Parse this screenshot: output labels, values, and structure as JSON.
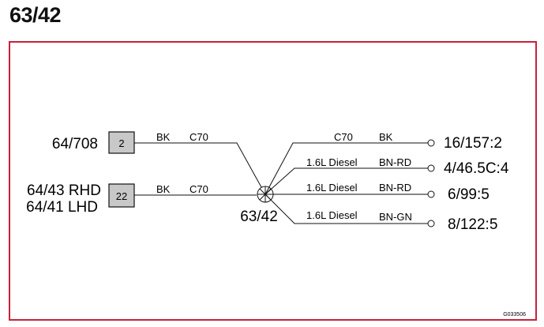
{
  "title": "63/42",
  "frame_color": "#c8203c",
  "left": [
    {
      "lines": [
        "64/708"
      ],
      "box": "2",
      "color_code": "BK",
      "circuit": "C70"
    },
    {
      "lines": [
        "64/43 RHD",
        "64/41 LHD"
      ],
      "box": "22",
      "color_code": "BK",
      "circuit": "C70"
    }
  ],
  "splice": {
    "label": "63/42",
    "symbol": "splice-x-circle"
  },
  "right": [
    {
      "desc": "C70",
      "color_code": "BK",
      "label": "16/157:2"
    },
    {
      "desc": "1.6L Diesel",
      "color_code": "BN-RD",
      "label": "4/46.5C:4"
    },
    {
      "desc": "1.6L Diesel",
      "color_code": "BN-RD",
      "label": "6/99:5"
    },
    {
      "desc": "1.6L Diesel",
      "color_code": "BN-GN",
      "label": "8/122:5"
    }
  ],
  "figure_code": "G033506"
}
